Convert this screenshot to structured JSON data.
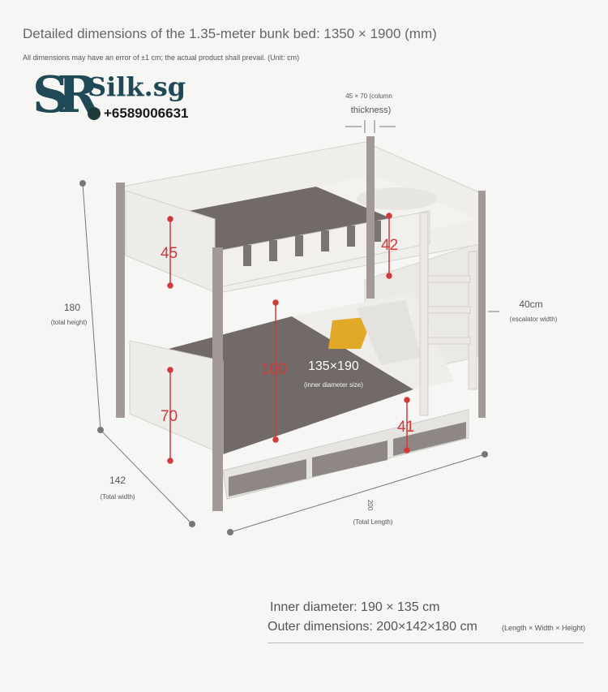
{
  "header": {
    "title": "Detailed dimensions of the 1.35-meter bunk bed: 1350 × 1900 (mm)",
    "note": "All dimensions may have an error of ±1 cm; the actual product shall prevail. (Unit: cm)"
  },
  "logo": {
    "brand": "Silk.sg",
    "phone": "+6589006631",
    "monogram": "SR"
  },
  "labels": {
    "column_line1": "45 × 70 (column",
    "column_line2": "thickness)",
    "height_value": "180",
    "height_caption": "(total height)",
    "width_value": "142",
    "width_caption": "(Total width)",
    "length_value": "200",
    "length_caption": "(Total Length)",
    "ladder_value": "40cm",
    "ladder_caption": "(escalator width)",
    "inner_value": "135×190",
    "inner_caption": "(inner diameter size)"
  },
  "red_dims": {
    "upper_rail": "45",
    "guard": "42",
    "clearance": "100",
    "lower_rail": "70",
    "drawer": "41"
  },
  "footer": {
    "inner": "Inner diameter: 190 × 135 cm",
    "outer": "Outer dimensions: 200×142×180 cm",
    "outer_note": "(Length × Width × Height)"
  },
  "colors": {
    "accent": "#d03a3a",
    "frame": "#9e9592",
    "panel": "#ecebe7",
    "mattress": "#6f6866"
  }
}
